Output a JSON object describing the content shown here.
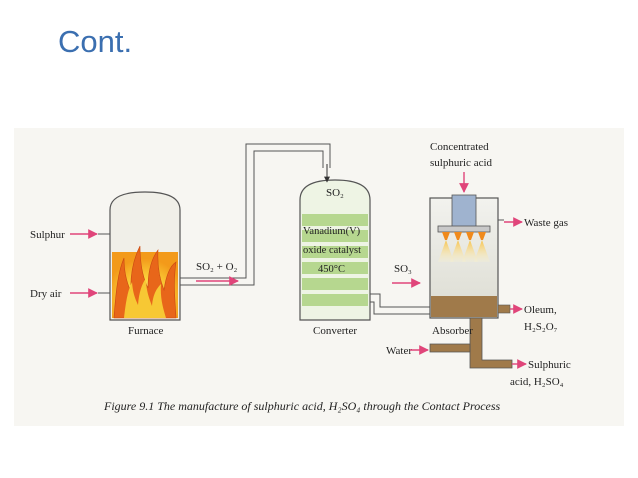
{
  "slide": {
    "title": "Cont."
  },
  "diagram": {
    "labels": {
      "sulphur": "Sulphur",
      "dry_air": "Dry air",
      "furnace": "Furnace",
      "so2_o2": "SO₂ + O₂",
      "so2": "SO₂",
      "catalyst_line1": "Vanadium(V)",
      "catalyst_line2": "oxide catalyst",
      "temperature": "450°C",
      "so3": "SO₃",
      "converter": "Converter",
      "concentrated_line1": "Concentrated",
      "concentrated_line2": "sulphuric acid",
      "waste_gas": "Waste gas",
      "absorber": "Absorber",
      "water": "Water",
      "oleum_line1": "Oleum,",
      "oleum_line2": "H₂S₂O₇",
      "product_line1": "Sulphuric",
      "product_line2": "acid, H₂SO₄"
    },
    "caption": "Figure 9.1 The manufacture of sulphuric acid, H₂SO₄ through the Contact Process"
  },
  "colors": {
    "title": "#3b6fb0",
    "arrow": "#e0457a",
    "catalyst_green": "#b6d78f",
    "catalyst_light": "#e4f0d2",
    "absorber_fill": "#a07a4a",
    "flame_orange": "#f07a14",
    "flame_yellow": "#f9d93a"
  }
}
